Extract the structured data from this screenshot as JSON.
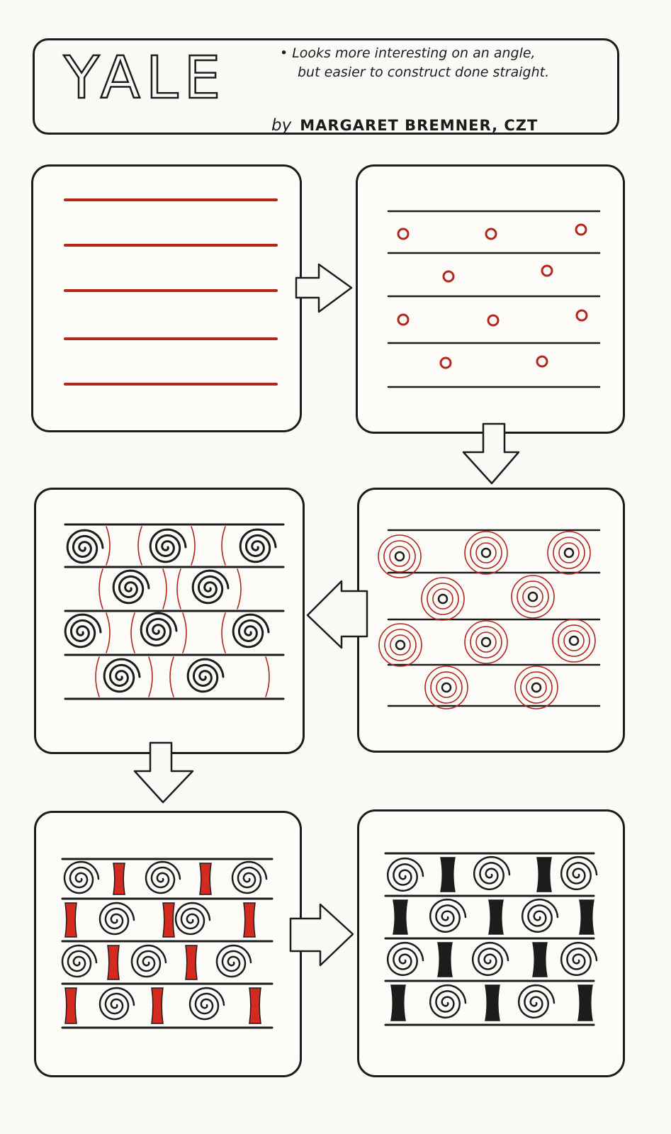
{
  "header": {
    "title": "YALE",
    "note_line1": "Looks more interesting on an angle,",
    "note_line2": "but easier to construct done straight.",
    "byline_by": "by",
    "byline_author": "MARGARET BREMNER",
    "byline_credential": ", CZT"
  },
  "colors": {
    "ink": "#1c1c1c",
    "red": "#b3261e",
    "fill_red": "#d42a20",
    "paper": "#fbfaf6"
  },
  "steps": [
    {
      "step": 1,
      "content": "five parallel horizontal red lines"
    },
    {
      "step": 2,
      "content": "black parallel lines with small red circles between them, offset row by row"
    },
    {
      "step": 3,
      "content": "red concentric spirals grown from each circle"
    },
    {
      "step": 4,
      "content": "black spirals with red arcs framing the spaces between them"
    },
    {
      "step": 5,
      "content": "spaces between spirals filled red"
    },
    {
      "step": 6,
      "content": "spaces between spirals filled black"
    }
  ],
  "arrows": [
    {
      "from": 1,
      "to": 2,
      "direction": "right"
    },
    {
      "from": 2,
      "to": 3,
      "direction": "down"
    },
    {
      "from": 3,
      "to": 4,
      "direction": "left"
    },
    {
      "from": 4,
      "to": 5,
      "direction": "down"
    },
    {
      "from": 5,
      "to": 6,
      "direction": "right"
    }
  ]
}
